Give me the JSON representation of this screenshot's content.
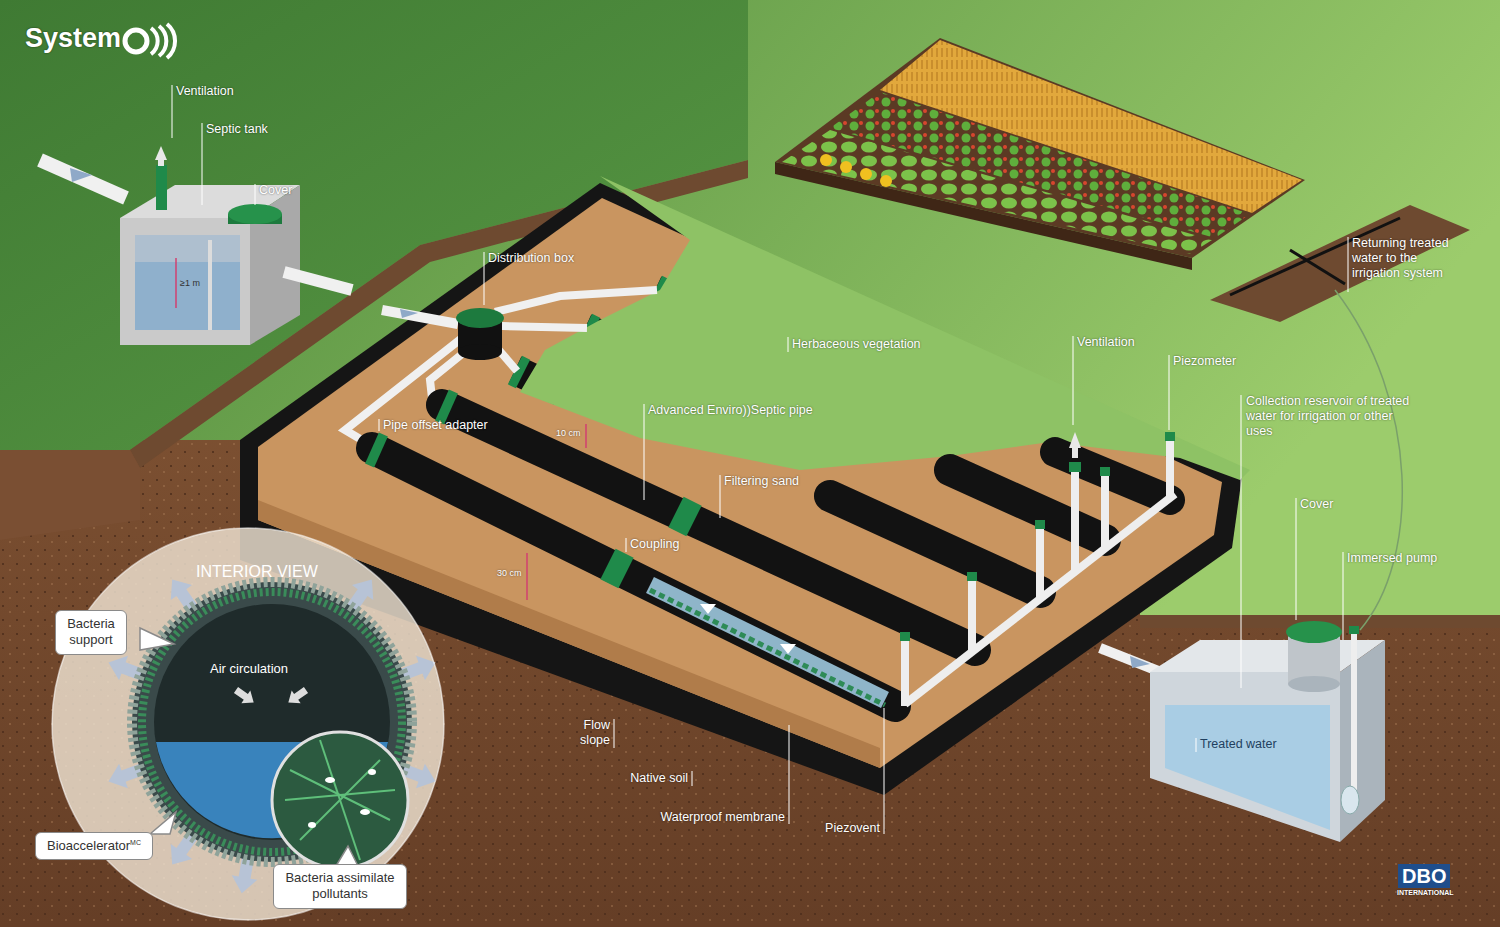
{
  "diagram": {
    "nodes": [
      {
        "text": [
          "INTERIOR VIEW",
          "Air circulation"
        ]
      },
      {
        "text": [
          "Bacteria support"
        ]
      },
      {
        "text": [
          "Bioaccelerator",
          "MC"
        ]
      },
      {
        "text": [
          "Bacteria assimilate pollutants"
        ]
      }
    ],
    "labels": [
      "System",
      "Ventilation",
      "Septic tank",
      "Cover",
      "≥1 m",
      "Distribution box",
      "Returning treated water to the irrigation system",
      "Herbaceous vegetation",
      "Ventilation",
      "Piezometer",
      "Advanced Enviro))Septic pipe",
      "Collection reservoir of treated water for irrigation or other uses",
      "Pipe offset adapter",
      "10 cm",
      "Filtering sand",
      "Cover",
      "Coupling",
      "Immersed pump",
      "30 cm",
      "Flow slope",
      "Native soil",
      "Treated water",
      "Waterproof membrane",
      "Piezovent",
      "DBO",
      "INTERNATIONAL"
    ]
  }
}
